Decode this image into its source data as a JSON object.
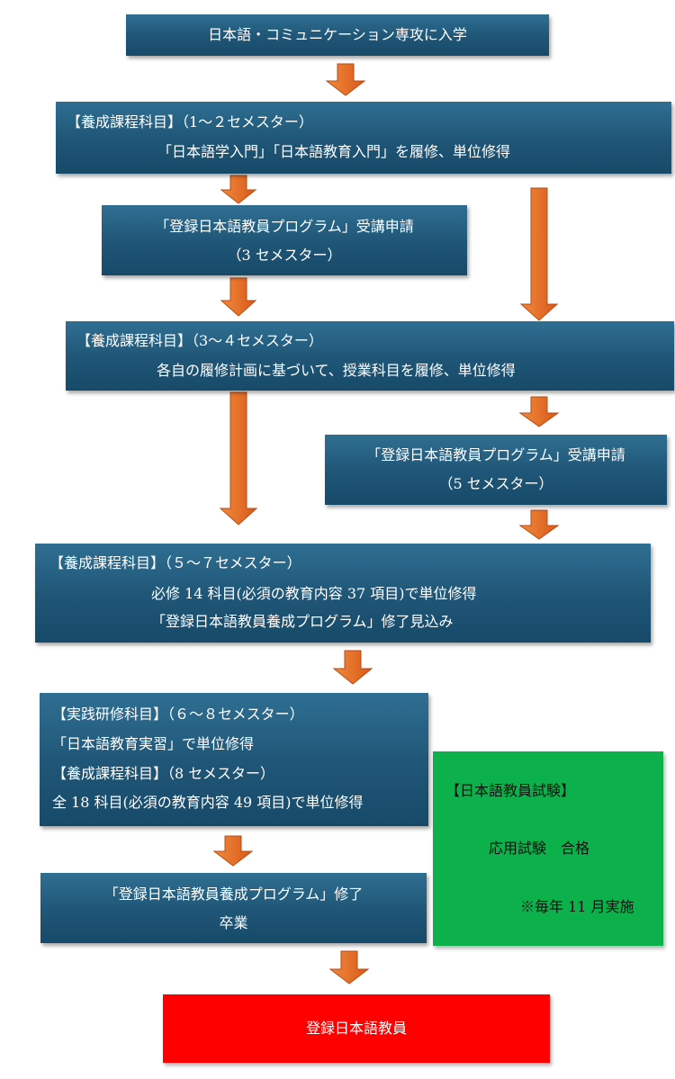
{
  "step_enroll": {
    "text": "日本語・コミュニケーション専攻に入学"
  },
  "step_sem1_2": {
    "heading": "【養成課程科目】（1～２セメスター）",
    "body": "「日本語学入門」「日本語教育入門」を履修、単位修得"
  },
  "step_apply3": {
    "line1": "「登録日本語教員プログラム」受講申請",
    "line2": "（3 セメスター）"
  },
  "step_sem3_4": {
    "heading": "【養成課程科目】（3～４セメスター）",
    "body": "各自の履修計画に基づいて、授業科目を履修、単位修得"
  },
  "step_apply5": {
    "line1": "「登録日本語教員プログラム」受講申請",
    "line2": "（5 セメスター）"
  },
  "step_sem5_7": {
    "heading": "【養成課程科目】（５～７セメスター）",
    "line1": "必修 14 科目(必須の教育内容 37 項目)で単位修得",
    "line2": "「登録日本語教員養成プログラム」修了見込み"
  },
  "step_practice": {
    "heading1": "【実践研修科目】（６～８セメスター）",
    "line1": "「日本語教育実習」で単位修得",
    "heading2": "【養成課程科目】（8 セメスター）",
    "line2": "全 18 科目(必須の教育内容 49 項目)で単位修得"
  },
  "step_complete": {
    "line1": "「登録日本語教員養成プログラム」修了",
    "line2": "卒業"
  },
  "exam": {
    "heading": "【日本語教員試験】",
    "line1": "応用試験　合格",
    "note": "※毎年 11 月実施"
  },
  "final": {
    "text": "登録日本語教員"
  },
  "colors": {
    "box": "#1f5576",
    "arrow": "#e8702a",
    "exam": "#0db14b",
    "final": "#ff0000"
  }
}
